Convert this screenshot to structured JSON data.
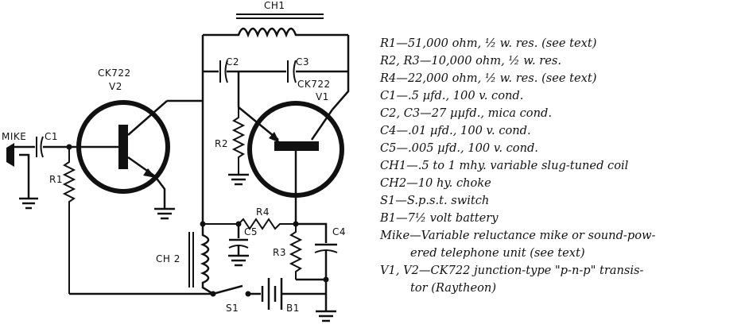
{
  "schematic": {
    "labels": {
      "ch1": "CH1",
      "c2": "C2",
      "c3": "C3",
      "ck722_v1": "CK722",
      "v1": "V1",
      "ck722_v2": "CK722",
      "v2": "V2",
      "mike": "MIKE",
      "c1": "C1",
      "r1": "R1",
      "r2": "R2",
      "r4": "R4",
      "c5": "C5",
      "r3": "R3",
      "c4": "C4",
      "ch2": "CH 2",
      "s1": "S1",
      "b1": "B1"
    }
  },
  "parts_list": [
    "R1—51,000 ohm, ½ w. res. (see text)",
    "R2, R3—10,000 ohm, ½ w. res.",
    "R4—22,000 ohm, ½ w. res. (see text)",
    "C1—.5 µfd., 100 v. cond.",
    "C2, C3—27 µµfd., mica cond.",
    "C4—.01 µfd., 100 v. cond.",
    "C5—.005 µfd., 100 v. cond.",
    "CH1—.5 to 1 mhy. variable slug-tuned coil",
    "CH2—10 hy. choke",
    "S1—S.p.s.t. switch",
    "B1—7½ volt battery",
    "Mike—Variable reluctance mike or sound-pow-",
    "ered telephone unit (see text)",
    "V1, V2—CK722 junction-type \"p-n-p\" transis-",
    "tor (Raytheon)"
  ]
}
